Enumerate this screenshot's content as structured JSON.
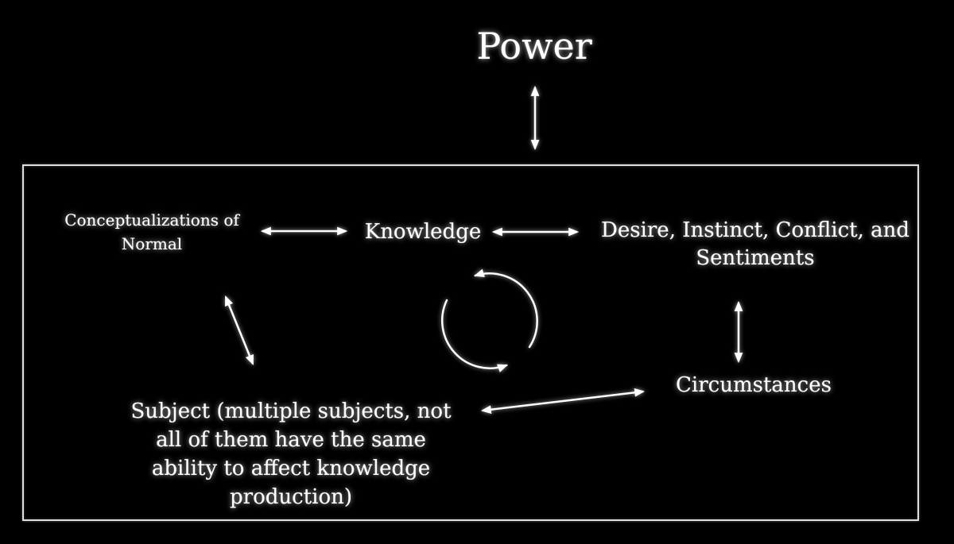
{
  "colors": {
    "background": "#000000",
    "text": "#ffffff",
    "arrow": "#ffffff",
    "frame_border": "#dedede"
  },
  "title": {
    "text": "Power"
  },
  "box": {
    "nodes": {
      "conceptualizations": {
        "lines": [
          "Conceptualizations of",
          "Normal"
        ]
      },
      "knowledge": {
        "text": "Knowledge"
      },
      "desire": {
        "lines": [
          "Desire, Instinct, Conflict, and",
          "Sentiments"
        ]
      },
      "circumstances": {
        "text": "Circumstances"
      },
      "subject": {
        "lines": [
          "Subject (multiple subjects, not",
          "all of them have the same",
          "ability to affect knowledge",
          "production)"
        ]
      }
    }
  },
  "edges": [
    {
      "name": "power-frame-arrow",
      "from": "Power",
      "to": "Knowledge frame",
      "bidirectional": true
    },
    {
      "name": "conceptualizations-knowledge-arrow",
      "from": "Conceptualizations of Normal",
      "to": "Knowledge",
      "bidirectional": true
    },
    {
      "name": "knowledge-desire-arrow",
      "from": "Knowledge",
      "to": "Desire, Instinct, Conflict, and Sentiments",
      "bidirectional": true
    },
    {
      "name": "desire-circumstances-arrow",
      "from": "Desire, Instinct, Conflict, and Sentiments",
      "to": "Circumstances",
      "bidirectional": true
    },
    {
      "name": "conceptualizations-subject-arrow",
      "from": "Conceptualizations of Normal",
      "to": "Subject",
      "bidirectional": true
    },
    {
      "name": "subject-circumstances-arrow",
      "from": "Subject",
      "to": "Circumstances",
      "bidirectional": true
    },
    {
      "name": "knowledge-cycle-arrows",
      "around": "Knowledge",
      "type": "circular-cycle",
      "direction": "counterclockwise"
    }
  ]
}
